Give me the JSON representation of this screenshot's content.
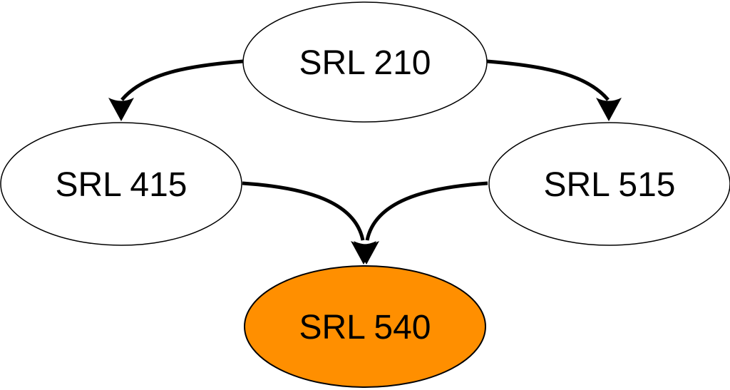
{
  "diagram": {
    "type": "flowchart",
    "nodes": [
      {
        "id": "srl210",
        "label": "SRL 210",
        "fill": "#ffffff",
        "highlighted": false
      },
      {
        "id": "srl415",
        "label": "SRL 415",
        "fill": "#ffffff",
        "highlighted": false
      },
      {
        "id": "srl515",
        "label": "SRL 515",
        "fill": "#ffffff",
        "highlighted": false
      },
      {
        "id": "srl540",
        "label": "SRL 540",
        "fill": "#ff8f00",
        "highlighted": true
      }
    ],
    "edges": [
      {
        "from": "SRL 210",
        "to": "SRL 415"
      },
      {
        "from": "SRL 210",
        "to": "SRL 515"
      },
      {
        "from": "SRL 415",
        "to": "SRL 540"
      },
      {
        "from": "SRL 515",
        "to": "SRL 540"
      }
    ],
    "colors": {
      "node_fill": "#ffffff",
      "highlight_fill": "#ff8f00",
      "stroke": "#000000",
      "background": "#ffffff"
    }
  }
}
